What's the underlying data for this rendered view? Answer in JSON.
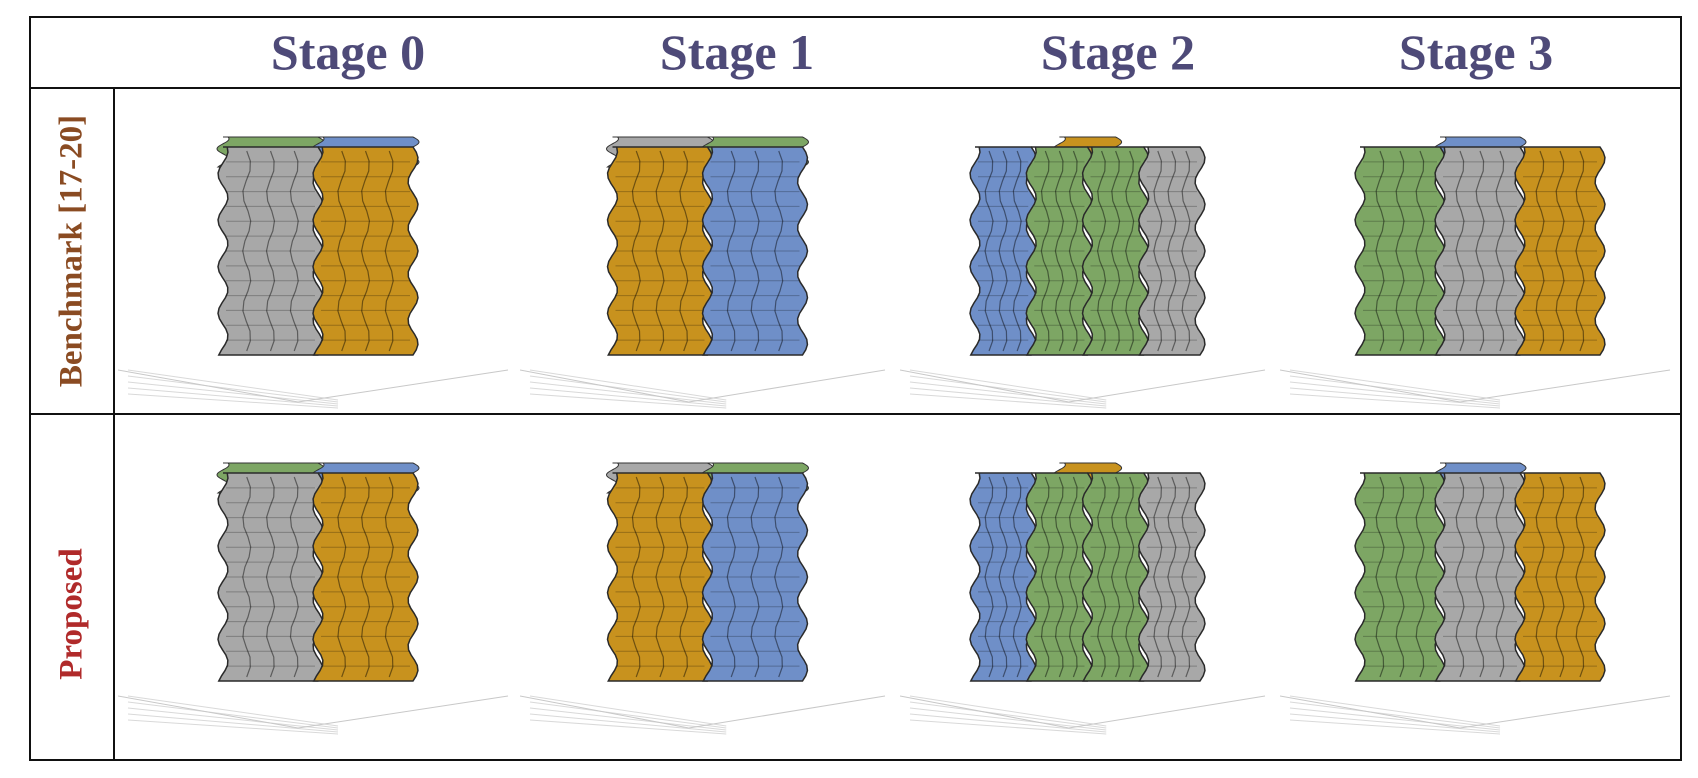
{
  "column_headers": [
    "Stage 0",
    "Stage 1",
    "Stage 2",
    "Stage 3"
  ],
  "row_labels": {
    "benchmark": "Benchmark [17-20]",
    "proposed": "Proposed"
  },
  "colors": {
    "header_text": "#4e4a78",
    "benchmark_label": "#8a4b22",
    "proposed_label": "#b02a2a",
    "gray": "#a8a8a8",
    "orange": "#c8921e",
    "blue": "#6f8fc8",
    "green": "#7da664"
  },
  "cells": [
    {
      "row": "benchmark",
      "stage": 0,
      "order": [
        "gray",
        "orange"
      ],
      "back": [
        "green",
        "blue"
      ]
    },
    {
      "row": "benchmark",
      "stage": 1,
      "order": [
        "orange",
        "blue"
      ],
      "back": [
        "gray",
        "green"
      ]
    },
    {
      "row": "benchmark",
      "stage": 2,
      "order": [
        "blue",
        "green",
        "green",
        "gray"
      ],
      "back": [
        "orange"
      ]
    },
    {
      "row": "benchmark",
      "stage": 3,
      "order": [
        "green",
        "gray",
        "orange"
      ],
      "back": [
        "blue"
      ]
    },
    {
      "row": "proposed",
      "stage": 0,
      "order": [
        "gray",
        "orange"
      ],
      "back": [
        "green",
        "blue"
      ]
    },
    {
      "row": "proposed",
      "stage": 1,
      "order": [
        "orange",
        "blue"
      ],
      "back": [
        "gray",
        "green"
      ]
    },
    {
      "row": "proposed",
      "stage": 2,
      "order": [
        "blue",
        "green",
        "green",
        "gray"
      ],
      "back": [
        "orange"
      ]
    },
    {
      "row": "proposed",
      "stage": 3,
      "order": [
        "green",
        "gray",
        "orange"
      ],
      "back": [
        "blue"
      ]
    }
  ]
}
